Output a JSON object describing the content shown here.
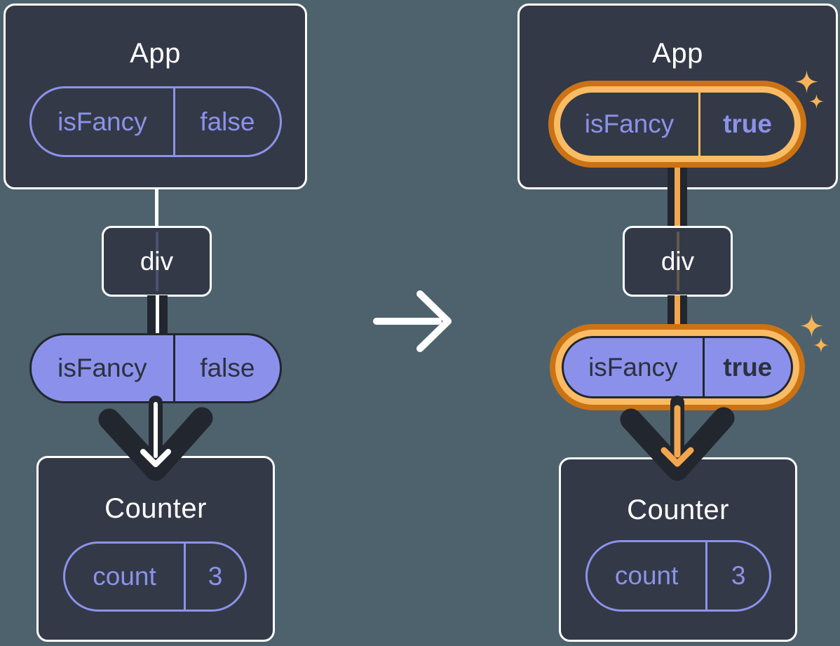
{
  "before": {
    "app": {
      "title": "App",
      "state_key": "isFancy",
      "state_value": "false"
    },
    "div_label": "div",
    "prop_key": "isFancy",
    "prop_value": "false",
    "counter": {
      "title": "Counter",
      "state_key": "count",
      "state_value": "3"
    }
  },
  "after": {
    "app": {
      "title": "App",
      "state_key": "isFancy",
      "state_value": "true"
    },
    "div_label": "div",
    "prop_key": "isFancy",
    "prop_value": "true",
    "counter": {
      "title": "Counter",
      "state_key": "count",
      "state_value": "3"
    }
  },
  "icons": {
    "transition": "arrow-right-icon",
    "pass_down": "arrow-down-icon",
    "highlight": "sparkles-icon"
  },
  "colors": {
    "background": "#4d626d",
    "card": "#333947",
    "card_border": "#ffffff",
    "purple_stroke": "#8c92e9",
    "purple_fill": "#8b91eb",
    "ink_dark": "#22262e",
    "text_dark": "#2c313c",
    "orange_outer": "#cb7314",
    "orange_inner": "#f9bc64",
    "orange_arrow": "#f2a74e",
    "sparkle": "#f6b458",
    "white": "#ffffff"
  }
}
